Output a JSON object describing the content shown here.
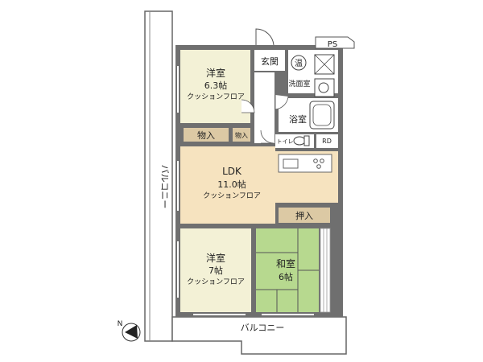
{
  "rooms": {
    "western_room_top": {
      "name": "洋室",
      "size": "6.3帖",
      "floor": "クッションフロア"
    },
    "ldk": {
      "name": "LDK",
      "size": "11.0帖",
      "floor": "クッションフロア"
    },
    "western_room_bottom": {
      "name": "洋室",
      "size": "7帖",
      "floor": "クッションフロア"
    },
    "japanese_room": {
      "name": "和室",
      "size": "6帖"
    }
  },
  "labels": {
    "entrance": "玄関",
    "washroom": "洗面室",
    "bathroom": "浴室",
    "toilet": "トイレ",
    "closet_large": "物入",
    "closet_small": "物入",
    "oshiire": "押入",
    "rd": "RD",
    "ps": "PS",
    "water_heater": "温",
    "balcony_west": "バルコニー",
    "balcony_south": "バルコニー",
    "north": "N"
  },
  "colors": {
    "wall": "#6f6f6f",
    "western_room": "#f3f1d6",
    "ldk": "#f6e3bf",
    "japanese_room": "#b7d98f",
    "closet": "#dcc9a4",
    "wet_area": "#ffffff",
    "balcony": "#ffffff"
  }
}
